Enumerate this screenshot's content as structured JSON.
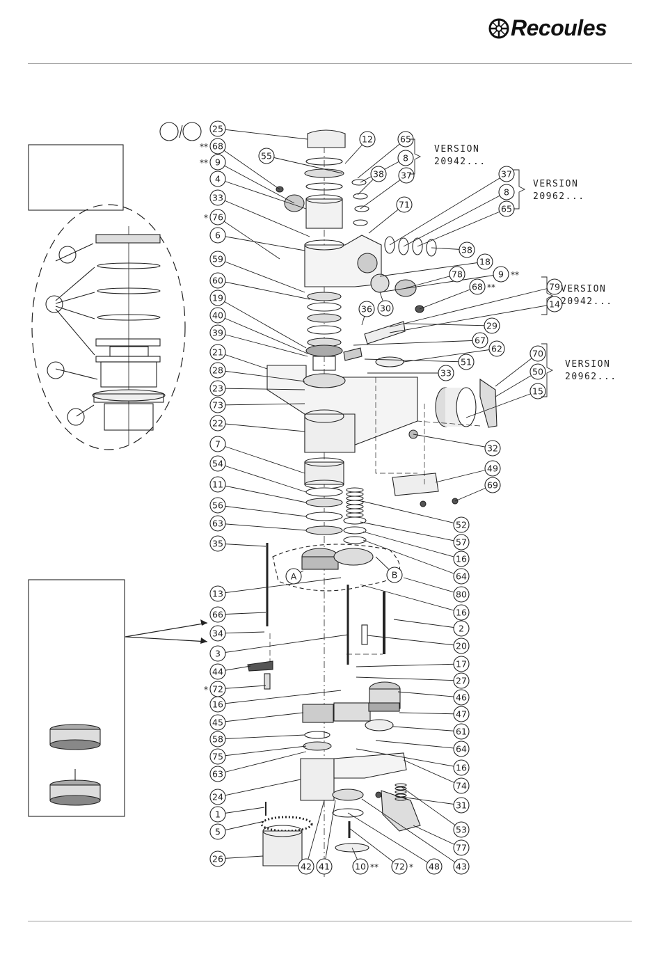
{
  "header": {
    "brand_name": "Recoules",
    "brand_icon": "recoules-logo-icon"
  },
  "diagram": {
    "type": "exploded parts view",
    "callouts": [
      {
        "id": "25",
        "side": "left"
      },
      {
        "id": "**68",
        "side": "left"
      },
      {
        "id": "**9",
        "side": "left"
      },
      {
        "id": "4",
        "side": "left"
      },
      {
        "id": "33",
        "side": "left"
      },
      {
        "id": "*76",
        "side": "left"
      },
      {
        "id": "6",
        "side": "left"
      },
      {
        "id": "59",
        "side": "left"
      },
      {
        "id": "60",
        "side": "left"
      },
      {
        "id": "19",
        "side": "left"
      },
      {
        "id": "40",
        "side": "left"
      },
      {
        "id": "39",
        "side": "left"
      },
      {
        "id": "21",
        "side": "left"
      },
      {
        "id": "28",
        "side": "left"
      },
      {
        "id": "23",
        "side": "left"
      },
      {
        "id": "73",
        "side": "left"
      },
      {
        "id": "22",
        "side": "left"
      },
      {
        "id": "7",
        "side": "left"
      },
      {
        "id": "54",
        "side": "left"
      },
      {
        "id": "11",
        "side": "left"
      },
      {
        "id": "56",
        "side": "left"
      },
      {
        "id": "63",
        "side": "left"
      },
      {
        "id": "35",
        "side": "left"
      },
      {
        "id": "13",
        "side": "left"
      },
      {
        "id": "66",
        "side": "left"
      },
      {
        "id": "34",
        "side": "left"
      },
      {
        "id": "3",
        "side": "left"
      },
      {
        "id": "44",
        "side": "left"
      },
      {
        "id": "*72",
        "side": "left"
      },
      {
        "id": "16",
        "side": "left"
      },
      {
        "id": "45",
        "side": "left"
      },
      {
        "id": "58",
        "side": "left"
      },
      {
        "id": "75",
        "side": "left"
      },
      {
        "id": "63",
        "side": "left"
      },
      {
        "id": "24",
        "side": "left"
      },
      {
        "id": "1",
        "side": "left"
      },
      {
        "id": "5",
        "side": "left"
      },
      {
        "id": "26",
        "side": "left"
      },
      {
        "id": "12",
        "side": "top"
      },
      {
        "id": "55",
        "side": "top"
      },
      {
        "id": "65",
        "side": "top"
      },
      {
        "id": "8",
        "side": "top"
      },
      {
        "id": "38",
        "side": "top"
      },
      {
        "id": "37",
        "side": "top"
      },
      {
        "id": "71",
        "side": "top"
      },
      {
        "id": "37",
        "side": "right"
      },
      {
        "id": "8",
        "side": "right"
      },
      {
        "id": "65",
        "side": "right"
      },
      {
        "id": "38",
        "side": "right"
      },
      {
        "id": "18",
        "side": "right"
      },
      {
        "id": "78",
        "side": "right"
      },
      {
        "id": "9**",
        "side": "right"
      },
      {
        "id": "68**",
        "side": "right"
      },
      {
        "id": "79",
        "side": "right"
      },
      {
        "id": "14",
        "side": "right"
      },
      {
        "id": "36",
        "side": "right"
      },
      {
        "id": "30",
        "side": "right"
      },
      {
        "id": "29",
        "side": "right"
      },
      {
        "id": "67",
        "side": "right"
      },
      {
        "id": "62",
        "side": "right"
      },
      {
        "id": "51",
        "side": "right"
      },
      {
        "id": "33",
        "side": "right"
      },
      {
        "id": "70",
        "side": "right"
      },
      {
        "id": "50",
        "side": "right"
      },
      {
        "id": "15",
        "side": "right"
      },
      {
        "id": "32",
        "side": "right"
      },
      {
        "id": "49",
        "side": "right"
      },
      {
        "id": "69",
        "side": "right"
      },
      {
        "id": "52",
        "side": "right"
      },
      {
        "id": "57",
        "side": "right"
      },
      {
        "id": "16",
        "side": "right"
      },
      {
        "id": "64",
        "side": "right"
      },
      {
        "id": "80",
        "side": "right"
      },
      {
        "id": "16",
        "side": "right"
      },
      {
        "id": "2",
        "side": "right"
      },
      {
        "id": "20",
        "side": "right"
      },
      {
        "id": "17",
        "side": "right"
      },
      {
        "id": "27",
        "side": "right"
      },
      {
        "id": "46",
        "side": "right"
      },
      {
        "id": "47",
        "side": "right"
      },
      {
        "id": "61",
        "side": "right"
      },
      {
        "id": "64",
        "side": "right"
      },
      {
        "id": "16",
        "side": "right"
      },
      {
        "id": "74",
        "side": "right"
      },
      {
        "id": "31",
        "side": "right"
      },
      {
        "id": "53",
        "side": "right"
      },
      {
        "id": "77",
        "side": "right"
      },
      {
        "id": "43",
        "side": "right"
      },
      {
        "id": "42",
        "side": "bottom"
      },
      {
        "id": "41",
        "side": "bottom"
      },
      {
        "id": "10**",
        "side": "bottom"
      },
      {
        "id": "72*",
        "side": "bottom"
      },
      {
        "id": "48",
        "side": "bottom"
      },
      {
        "id": "A",
        "side": "inner"
      },
      {
        "id": "B",
        "side": "inner"
      }
    ],
    "versions": [
      {
        "title": "VERSION",
        "code": "20942..."
      },
      {
        "title": "VERSION",
        "code": "20962..."
      },
      {
        "title": "VERSION",
        "code": "20942..."
      },
      {
        "title": "VERSION",
        "code": "20962..."
      }
    ]
  }
}
